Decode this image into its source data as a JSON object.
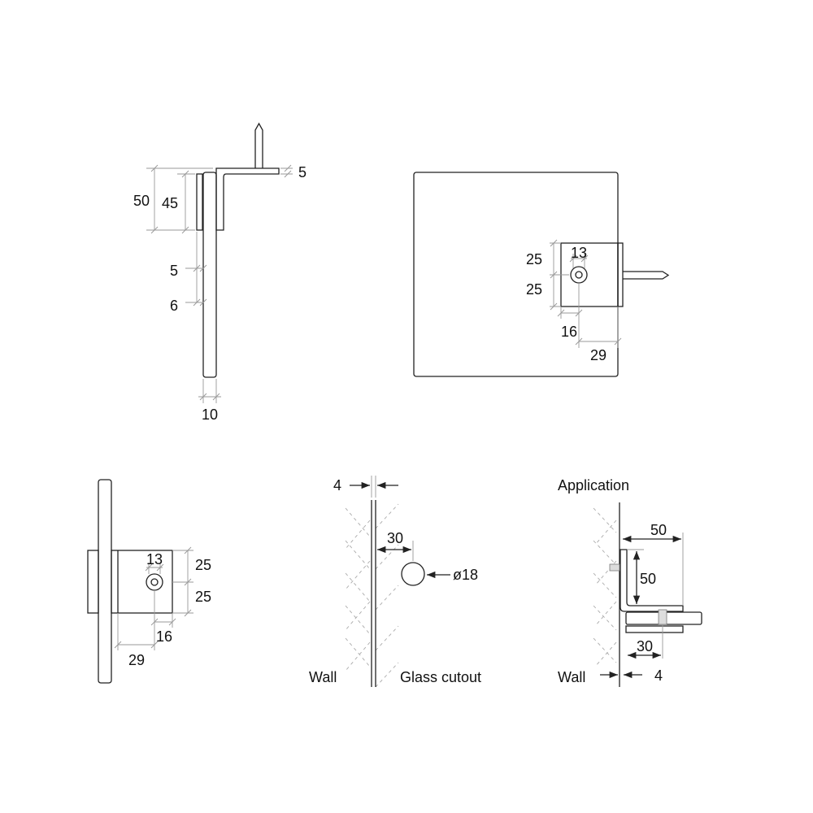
{
  "side_view": {
    "dim_total_height": "50",
    "dim_plate_height": "45",
    "dim_pin_thickness": "5",
    "dim_gap_5": "5",
    "dim_gap_6": "6",
    "dim_glass_thickness": "10"
  },
  "front_view": {
    "dim_upper": "25",
    "dim_lower": "25",
    "dim_hole": "13",
    "dim_hole_offset": "16",
    "dim_width": "29"
  },
  "back_view": {
    "dim_upper": "25",
    "dim_lower": "25",
    "dim_hole": "13",
    "dim_hole_offset": "16",
    "dim_width": "29"
  },
  "cutout_view": {
    "dim_gap": "4",
    "dim_distance": "30",
    "dim_diameter": "ø18",
    "label_wall": "Wall",
    "label_cutout": "Glass cutout"
  },
  "application_view": {
    "title": "Application",
    "dim_horizontal": "50",
    "dim_vertical": "50",
    "dim_hole_distance": "30",
    "dim_gap": "4",
    "label_wall": "Wall"
  }
}
